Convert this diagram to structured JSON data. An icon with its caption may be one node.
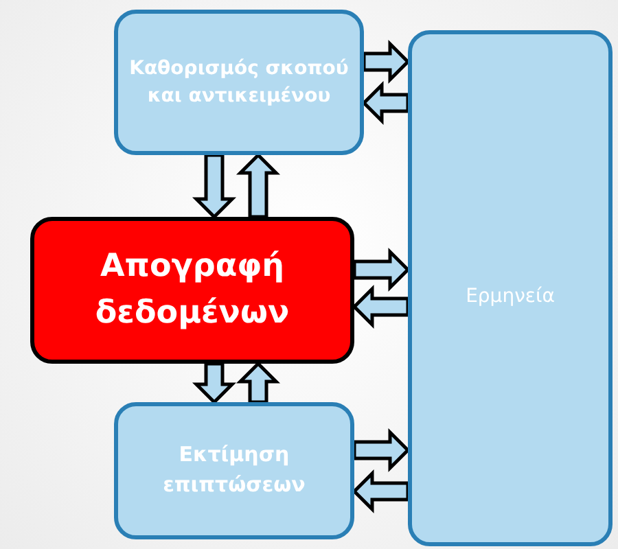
{
  "diagram": {
    "nodes": [
      {
        "text": [
          "Καθορισμός σκοπού και αντικειμένου"
        ]
      },
      {
        "text": [
          "Απογραφή δεδομένων"
        ]
      },
      {
        "text": [
          "Εκτίμηση επιπτώσεων"
        ]
      },
      {
        "text": [
          "Ερμηνεία"
        ]
      }
    ],
    "edges": [
      {
        "from": 0,
        "to": 3,
        "arrow": "to"
      },
      {
        "from": 3,
        "to": 0,
        "arrow": "to"
      },
      {
        "from": 0,
        "to": 1,
        "arrow": "to"
      },
      {
        "from": 1,
        "to": 0,
        "arrow": "to"
      },
      {
        "from": 1,
        "to": 3,
        "arrow": "to"
      },
      {
        "from": 3,
        "to": 1,
        "arrow": "to"
      },
      {
        "from": 1,
        "to": 2,
        "arrow": "to"
      },
      {
        "from": 2,
        "to": 1,
        "arrow": "to"
      },
      {
        "from": 2,
        "to": 3,
        "arrow": "to"
      },
      {
        "from": 3,
        "to": 2,
        "arrow": "to"
      }
    ]
  }
}
